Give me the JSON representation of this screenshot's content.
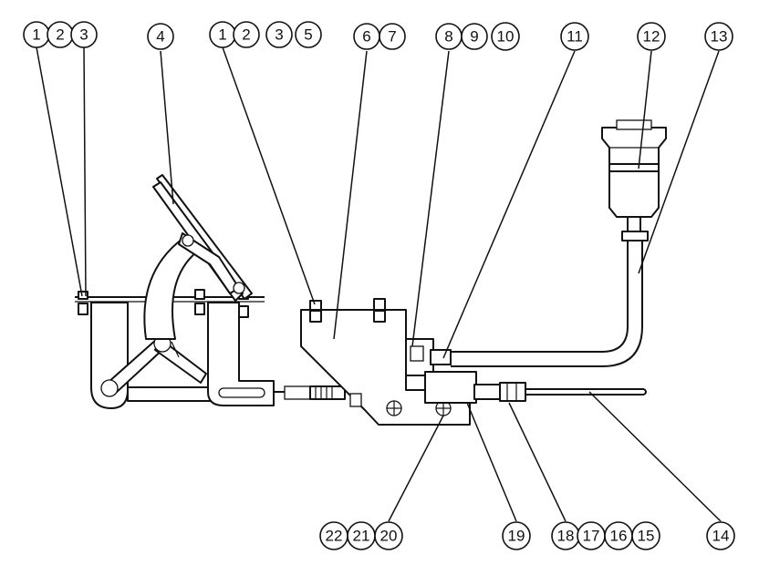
{
  "callout_labels": [
    "1",
    "2",
    "3",
    "4",
    "5",
    "6",
    "7",
    "8",
    "9",
    "10",
    "11",
    "12",
    "13",
    "14",
    "15",
    "16",
    "17",
    "18",
    "19",
    "20",
    "21",
    "22"
  ],
  "colors": {
    "ink": "#111111",
    "paper": "#ffffff"
  }
}
